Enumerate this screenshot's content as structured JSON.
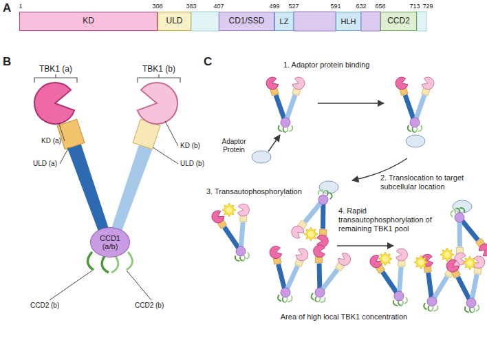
{
  "diagram": {
    "nodes": [
      {
        "text": [
          "KD"
        ]
      },
      {
        "text": [
          "ULD"
        ]
      },
      {
        "text": [
          "CD1/SSD"
        ]
      },
      {
        "text": [
          "LZ"
        ]
      },
      {
        "text": [
          "HLH"
        ]
      },
      {
        "text": [
          "CCD2"
        ]
      },
      {
        "text": [
          "CCD1 (a/b)"
        ]
      }
    ],
    "labels": [
      "A",
      "1",
      "308",
      "383",
      "407",
      "499",
      "527",
      "591",
      "632",
      "658",
      "713",
      "729",
      "B",
      "TBK1 (a)",
      "TBK1 (b)",
      "KD (a)",
      "ULD (a)",
      "KD (b)",
      "ULD (b)",
      "CCD2 (b)",
      "CCD2 (b)",
      "C",
      "1. Adaptor protein binding",
      "Adaptor Protein",
      "2. Translocation to target subcellular location",
      "3. Transautophosphorylation",
      "4. Rapid transautophosphorylation of remaining TBK1 pool",
      "Area of high local TBK1 concentration"
    ]
  }
}
